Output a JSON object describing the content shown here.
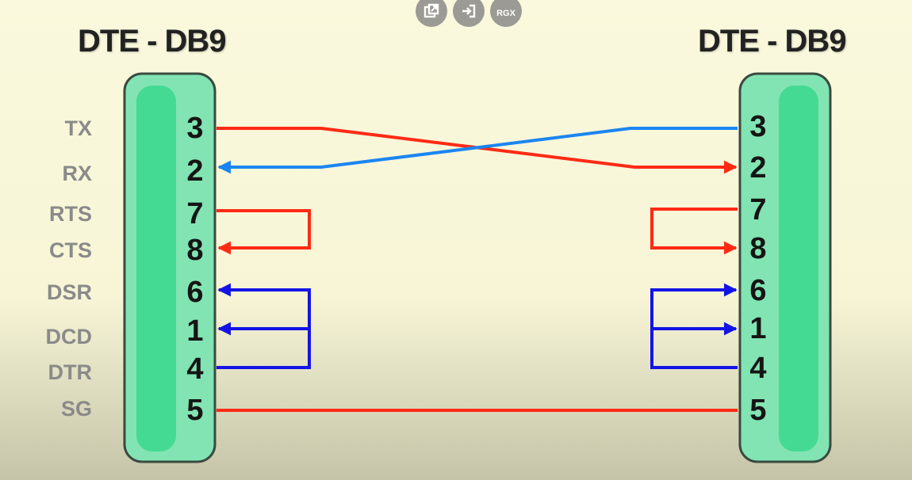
{
  "connectors": {
    "left_title": "DTE - DB9",
    "right_title": "DTE - DB9"
  },
  "signals": [
    {
      "label": "TX",
      "left_pin": "3",
      "right_pin": "3"
    },
    {
      "label": "RX",
      "left_pin": "2",
      "right_pin": "2"
    },
    {
      "label": "RTS",
      "left_pin": "7",
      "right_pin": "7"
    },
    {
      "label": "CTS",
      "left_pin": "8",
      "right_pin": "8"
    },
    {
      "label": "DSR",
      "left_pin": "6",
      "right_pin": "6"
    },
    {
      "label": "DCD",
      "left_pin": "1",
      "right_pin": "1"
    },
    {
      "label": "DTR",
      "left_pin": "4",
      "right_pin": "4"
    },
    {
      "label": "SG",
      "left_pin": "5",
      "right_pin": "5"
    }
  ],
  "toolbar": {
    "popout_icon": "popout-icon",
    "enter_icon": "enter-icon",
    "rgx_label": "RGX"
  },
  "colors": {
    "background_top": "#fbf9dd",
    "background_bottom": "#c9c7ab",
    "connector_fill": "#7fe3b0",
    "connector_inner": "#3fd890",
    "connector_border": "#3a4a40",
    "wire_red": "#ff2a14",
    "wire_blue_light": "#1b86f2",
    "wire_blue": "#1414e6"
  }
}
